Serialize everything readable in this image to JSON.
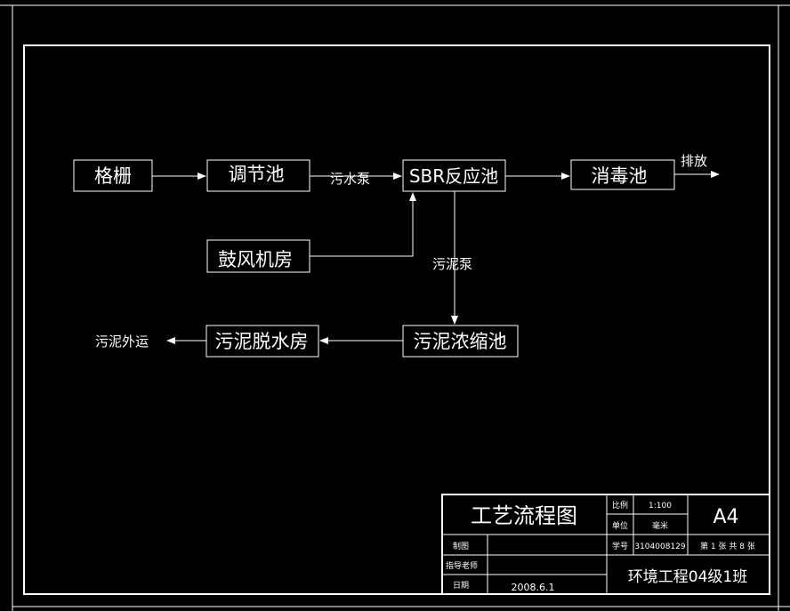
{
  "nodes": {
    "screen": "格栅",
    "equalization": "调节池",
    "sbr": "SBR反应池",
    "disinfection": "消毒池",
    "blower": "鼓风机房",
    "thickener": "污泥浓缩池",
    "dewatering": "污泥脱水房"
  },
  "edges": {
    "sewage_pump": "污水泵",
    "discharge": "排放",
    "sludge_pump": "污泥泵",
    "sludge_out": "污泥外运"
  },
  "title_block": {
    "title": "工艺流程图",
    "scale_label": "比例",
    "scale_value": "1:100",
    "unit_label": "单位",
    "unit_value": "毫米",
    "sheet_size": "A4",
    "drawn_label": "制图",
    "student_id_label": "学号",
    "student_id": "3104008129",
    "sheet_info": "第 1 张  共 8 张",
    "advisor_label": "指导老师",
    "date_label": "日期",
    "date": "2008.6.1",
    "class": "环境工程04级1班"
  }
}
